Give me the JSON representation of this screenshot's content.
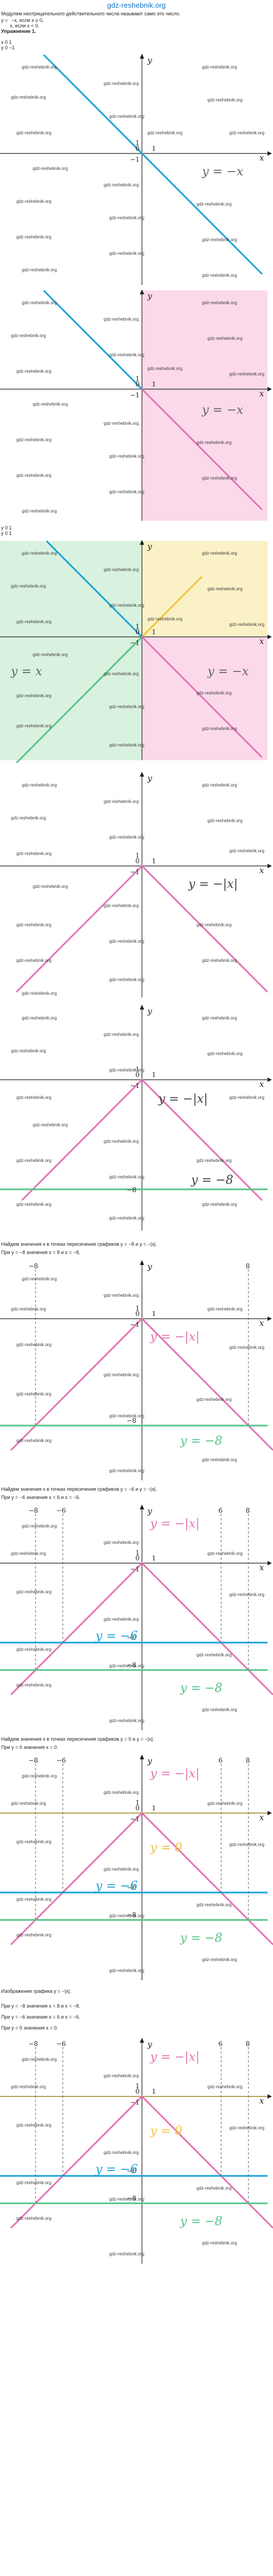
{
  "site": {
    "logo": "gdz-reshebnik.org"
  },
  "watermark": "gdz-reshebnik.org",
  "intro": {
    "definition": "Модулем неотрицательного действительного числа называют само это число.",
    "formula_lhs": "y =",
    "case1": "−x, если x ≥ 0,",
    "case2": "x, если x < 0.",
    "heading": "Упражнение 1.",
    "small_table_1": "x   0   1",
    "small_table_2": "y   0  −1"
  },
  "texts": {
    "t1": "y   0   1",
    "t2": "y   0   1",
    "t3": "Найдем значения x в точках пересечения графиков y = −8 и y = −|x|.",
    "t4": "При y = −8 значения x = 8 и x = −8.",
    "t5": "Найдем значения x в точках пересечения графиков y = −6 и y = −|x|.",
    "t6": "При y = −6 значения x = 6 и x = −6.",
    "t7": "Найдем значения x в точках пересечения графиков y = 0 и y = −|x|.",
    "t8": "При y = 0 значения x = 0.",
    "t9": "Изображение графика y = −|x|.",
    "t10": "При y = −8 значения x = 8 и x = −8.",
    "t11": "При y = −6 значения x = 6 и x = −6.",
    "t12": "При y = 0 значения x = 0."
  },
  "graphs": {
    "g1": {
      "labels": {
        "line": "y = −x",
        "x": "x",
        "y": "y",
        "o": "0",
        "one_x": "1",
        "one_y": "1",
        "m1": "−1"
      }
    },
    "g2": {
      "labels": {
        "line": "y = −x",
        "x": "x",
        "y": "y",
        "o": "0",
        "one_x": "1",
        "one_y": "1",
        "m1": "−1"
      }
    },
    "g3": {
      "labels": {
        "line_a": "y = x",
        "line_b": "y = −x",
        "x": "x",
        "y": "y",
        "o": "0",
        "one_x": "1",
        "one_y": "1",
        "m1": "−1"
      }
    },
    "g4": {
      "labels": {
        "line": "y = −|x|",
        "x": "x",
        "y": "y",
        "o": "0",
        "one_x": "1",
        "one_y": "1",
        "m1": "−1"
      }
    },
    "g5": {
      "labels": {
        "line_a": "y = −|x|",
        "line_b": "y = −8",
        "x": "x",
        "y": "y",
        "o": "0",
        "one_x": "1",
        "one_y": "1",
        "m1": "−1",
        "m8": "−8"
      }
    },
    "g6": {
      "labels": {
        "line_a": "y = −|x|",
        "line_b": "y = −8",
        "x": "x",
        "y": "y",
        "o": "0",
        "one_x": "1",
        "one_y": "1",
        "m1": "−1",
        "m8": "−8",
        "p8": "8",
        "n8": "−8"
      }
    },
    "g7": {
      "labels": {
        "line_a": "y = −|x|",
        "line_b": "y = −6",
        "line_c": "y = −8",
        "x": "x",
        "y": "y",
        "o": "0",
        "one_x": "1",
        "one_y": "1",
        "m1": "−1",
        "m6": "−6",
        "m8": "−8",
        "p6": "6",
        "p8": "8",
        "n6": "−6",
        "n8": "−8"
      }
    },
    "g8": {
      "labels": {
        "line_a": "y = −|x|",
        "line_b": "y = 0",
        "line_c": "y = −6",
        "line_d": "y = −8",
        "x": "x",
        "y": "y",
        "o": "0",
        "one_x": "1",
        "one_y": "1",
        "m1": "−1",
        "m6": "−6",
        "m8": "−8",
        "p6": "6",
        "p8": "8",
        "n6": "−6",
        "n8": "−8"
      }
    },
    "g9": {
      "labels": {
        "line_a": "y = −|x|",
        "line_b": "y = 0",
        "line_c": "y = −6",
        "line_d": "y = −8",
        "x": "x",
        "y": "y",
        "o": "0",
        "one_x": "1",
        "one_y": "1",
        "m1": "−1",
        "m6": "−6",
        "m8": "−8",
        "p6": "6",
        "p8": "8",
        "n6": "−6",
        "n8": "−8"
      }
    }
  },
  "colors": {
    "blue": "#1aa3d8",
    "pink": "#e472b4",
    "green": "#55c487",
    "yellow": "#f2c23a",
    "mint": "#7ad7c8",
    "pink_fill": "#fbd9ea",
    "green_fill": "#d9f2df",
    "yellow_fill": "#fbf1c6"
  }
}
